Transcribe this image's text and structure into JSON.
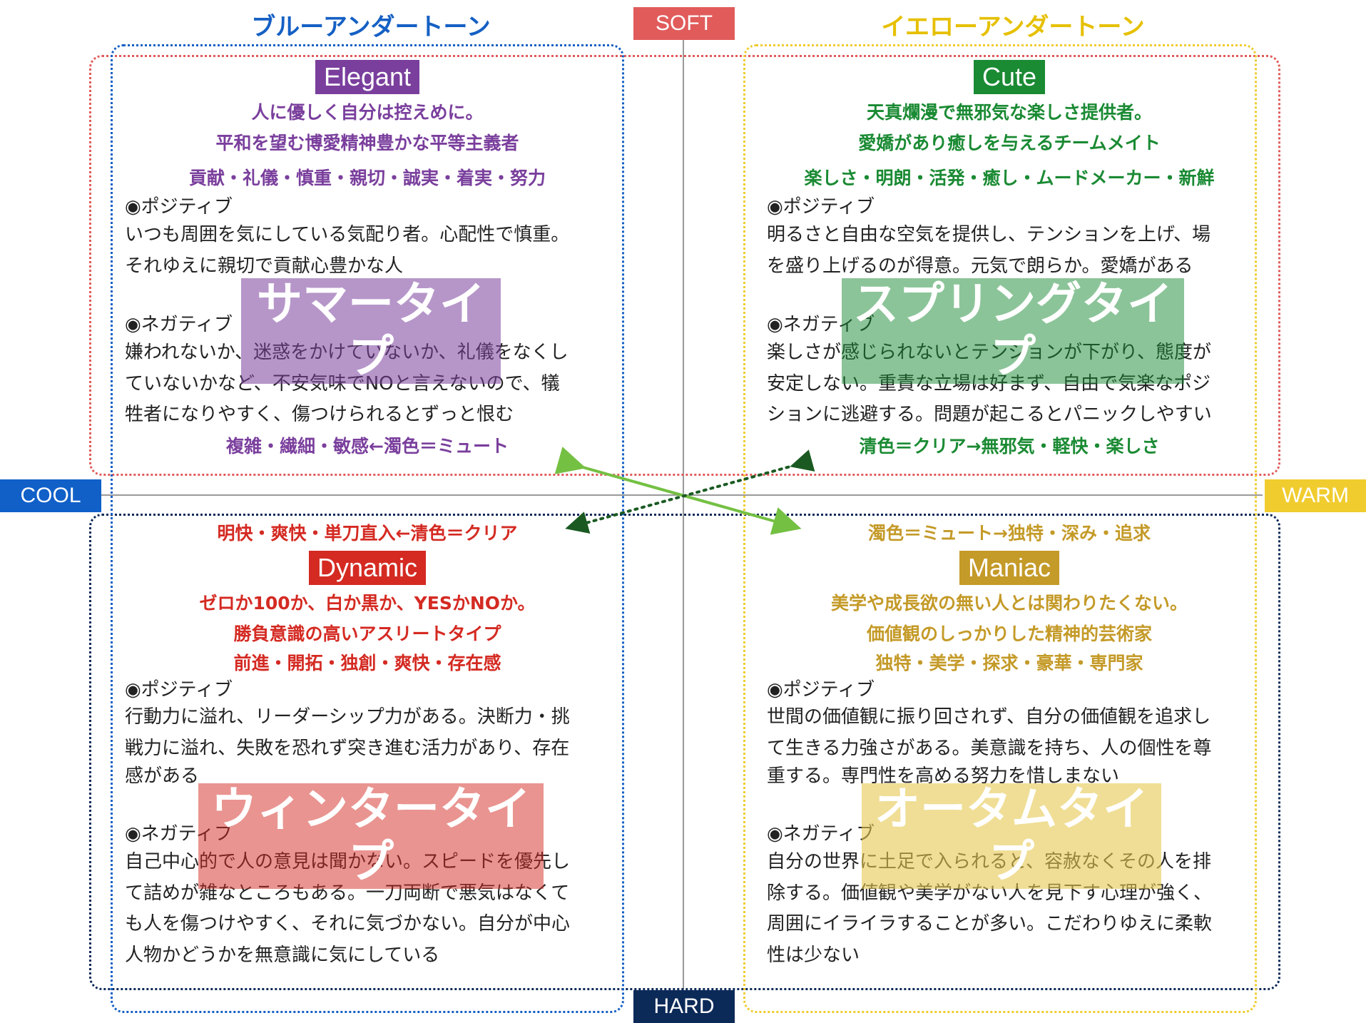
{
  "axes": {
    "soft": "SOFT",
    "hard": "HARD",
    "cool": "COOL",
    "warm": "WARM"
  },
  "undertones": {
    "blue": "ブルーアンダートーン",
    "yellow": "イエローアンダートーン"
  },
  "colors": {
    "summer": "#7a3f9d",
    "spring": "#1a8a33",
    "winter": "#d42a22",
    "autumn": "#c49a28",
    "blue_tone": "#1560c4",
    "yellow_tone": "#f0cc2e",
    "soft_label": "#e15b5b",
    "hard_label": "#0c2a58",
    "arrow_green": "#74c043",
    "arrow_dark": "#1a5a22"
  },
  "quadrants": {
    "summer": {
      "tag": "Elegant",
      "lines": [
        "人に優しく自分は控えめに。",
        "平和を望む博愛精神豊かな平等主義者"
      ],
      "keywords": "貢献・礼儀・慎重・親切・誠実・着実・努力",
      "positive_label": "◉ポジティブ",
      "positive": [
        "いつも周囲を気にしている気配り者。心配性で慎重。",
        "それゆえに親切で貢献心豊かな人"
      ],
      "type_name": "サマータイプ",
      "negative_label": "◉ネガティブ",
      "negative": [
        "嫌われないか、迷惑をかけていないか、礼儀をなくし",
        "ていないかなど、不安気味でNOと言えないので、犠",
        "牲者になりやすく、傷つけられるとずっと恨む"
      ],
      "transition": "複雑・繊細・敏感←濁色＝ミュート"
    },
    "spring": {
      "tag": "Cute",
      "lines": [
        "天真爛漫で無邪気な楽しさ提供者。",
        "愛嬌があり癒しを与えるチームメイト"
      ],
      "keywords": "楽しさ・明朗・活発・癒し・ムードメーカー・新鮮",
      "positive_label": "◉ポジティブ",
      "positive": [
        "明るさと自由な空気を提供し、テンションを上げ、場",
        "を盛り上げるのが得意。元気で朗らか。愛嬌がある"
      ],
      "type_name": "スプリングタイプ",
      "negative_label": "◉ネガティブ",
      "negative": [
        "楽しさが感じられないとテンションが下がり、態度が",
        "安定しない。重責な立場は好まず、自由で気楽なポジ",
        "ションに逃避する。問題が起こるとパニックしやすい"
      ],
      "transition": "清色＝クリア→無邪気・軽快・楽しさ"
    },
    "winter": {
      "transition": "明快・爽快・単刀直入←清色＝クリア",
      "tag": "Dynamic",
      "lines": [
        "ゼロか100か、白か黒か、YESかNOか。",
        "勝負意識の高いアスリートタイプ"
      ],
      "keywords": "前進・開拓・独創・爽快・存在感",
      "positive_label": "◉ポジティブ",
      "positive": [
        "行動力に溢れ、リーダーシップ力がある。決断力・挑",
        "戦力に溢れ、失敗を恐れず突き進む活力があり、存在",
        "感がある"
      ],
      "type_name": "ウィンタータイプ",
      "negative_label": "◉ネガティブ",
      "negative": [
        "自己中心的で人の意見は聞かない。スピードを優先し",
        "て詰めが雑なところもある。一刀両断で悪気はなくて",
        "も人を傷つけやすく、それに気づかない。自分が中心",
        "人物かどうかを無意識に気にしている"
      ]
    },
    "autumn": {
      "transition": "濁色＝ミュート→独特・深み・追求",
      "tag": "Maniac",
      "lines": [
        "美学や成長欲の無い人とは関わりたくない。",
        "価値観のしっかりした精神的芸術家"
      ],
      "keywords": "独特・美学・探求・豪華・専門家",
      "positive_label": "◉ポジティブ",
      "positive": [
        "世間の価値観に振り回されず、自分の価値観を追求し",
        "て生きる力強さがある。美意識を持ち、人の個性を尊",
        "重する。専門性を高める努力を惜しまない"
      ],
      "type_name": "オータムタイプ",
      "negative_label": "◉ネガティブ",
      "negative": [
        "自分の世界に土足で入られると、容赦なくその人を排",
        "除する。価値観や美学がない人を見下す心理が強く、",
        "周囲にイライラすることが多い。こだわりゆえに柔軟",
        "性は少ない"
      ]
    }
  }
}
